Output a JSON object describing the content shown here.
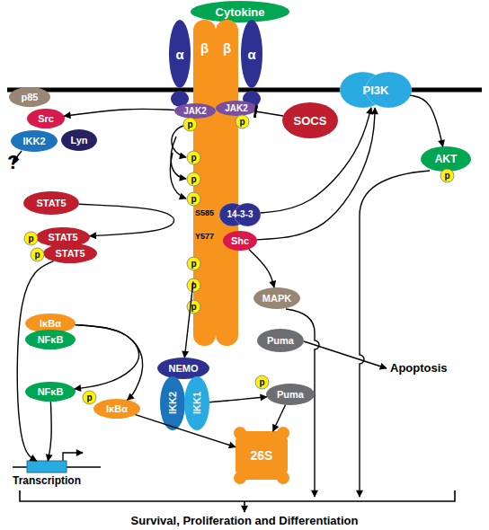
{
  "diagram": {
    "nodes": [
      {
        "text": [
          "Cytokine"
        ]
      },
      {
        "text": [
          "α"
        ]
      },
      {
        "text": [
          "β"
        ]
      },
      {
        "text": [
          "β"
        ]
      },
      {
        "text": [
          "α"
        ]
      },
      {
        "text": [
          "PI3K"
        ]
      },
      {
        "text": [
          "p85"
        ]
      },
      {
        "text": [
          "JAK2"
        ]
      },
      {
        "text": [
          "JAK2"
        ]
      },
      {
        "text": [
          "SOCS"
        ]
      },
      {
        "text": [
          "Src"
        ]
      },
      {
        "text": [
          "p"
        ]
      },
      {
        "text": [
          "p"
        ]
      },
      {
        "text": [
          "IKK2"
        ]
      },
      {
        "text": [
          "Lyn"
        ]
      },
      {
        "text": [
          "AKT"
        ]
      },
      {
        "text": [
          "p"
        ]
      },
      {
        "text": [
          "p"
        ]
      },
      {
        "text": [
          "p"
        ]
      },
      {
        "text": [
          "STAT5"
        ]
      },
      {
        "text": [
          "p"
        ]
      },
      {
        "text": [
          "14-3-3"
        ]
      },
      {
        "text": [
          "STAT5"
        ]
      },
      {
        "text": [
          "Shc"
        ]
      },
      {
        "text": [
          "p"
        ]
      },
      {
        "text": [
          "STAT5"
        ]
      },
      {
        "text": [
          "p"
        ]
      },
      {
        "text": [
          "p"
        ]
      },
      {
        "text": [
          "p"
        ]
      },
      {
        "text": [
          "MAPK"
        ]
      },
      {
        "text": [
          "p"
        ]
      },
      {
        "text": [
          "IκBα"
        ]
      },
      {
        "text": [
          "NFκB"
        ]
      },
      {
        "text": [
          "Puma"
        ]
      },
      {
        "text": [
          "NEMO"
        ]
      },
      {
        "text": [
          "IKK2"
        ]
      },
      {
        "text": [
          "IKK1"
        ]
      },
      {
        "text": [
          "p"
        ]
      },
      {
        "text": [
          "Puma"
        ]
      },
      {
        "text": [
          "NFκB"
        ]
      },
      {
        "text": [
          "p"
        ]
      },
      {
        "text": [
          "IκBα"
        ]
      },
      {
        "text": [
          "26S"
        ]
      },
      {
        "text": [
          "Transcription"
        ]
      }
    ],
    "edges": [
      {
        "from": 9,
        "to": 8,
        "arrow": "to"
      },
      {
        "from": 7,
        "to": 10,
        "arrow": "to"
      },
      {
        "from": 21,
        "to": 5,
        "arrow": "to"
      },
      {
        "from": 23,
        "to": 5,
        "arrow": "to"
      },
      {
        "from": 5,
        "to": 15,
        "arrow": "to"
      },
      {
        "from": 23,
        "to": 29,
        "arrow": "to"
      },
      {
        "from": 19,
        "to": 22,
        "arrow": "to"
      },
      {
        "from": 2,
        "to": 34,
        "arrow": "to"
      },
      {
        "from": 31,
        "to": 39,
        "arrow": "to"
      },
      {
        "from": 31,
        "to": 41,
        "arrow": "to"
      },
      {
        "from": 36,
        "to": 38,
        "arrow": "to"
      },
      {
        "from": 41,
        "to": 42,
        "arrow": "to"
      },
      {
        "from": 38,
        "to": 42,
        "arrow": "to"
      },
      {
        "from": 25,
        "to": 43,
        "arrow": "to"
      },
      {
        "from": 39,
        "to": 43,
        "arrow": "to"
      }
    ],
    "labels": [
      "?",
      "S585",
      "Y577",
      "Apoptosis",
      "Survival, Proliferation and Differentiation"
    ]
  }
}
